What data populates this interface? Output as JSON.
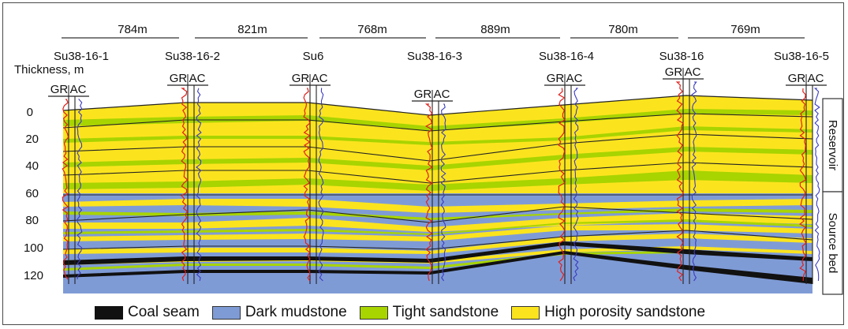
{
  "figure": {
    "y_axis_title": "Thickness, m",
    "y_ticks": [
      "0",
      "20",
      "40",
      "60",
      "80",
      "100",
      "120"
    ],
    "log_labels": {
      "gr": "GR",
      "ac": "AC"
    },
    "intervals": [
      {
        "name": "Reservoir"
      },
      {
        "name": "Source bed"
      }
    ]
  },
  "wells": [
    {
      "name": "Su38-16-1"
    },
    {
      "name": "Su38-16-2"
    },
    {
      "name": "Su6"
    },
    {
      "name": "Su38-16-3"
    },
    {
      "name": "Su38-16-4"
    },
    {
      "name": "Su38-16"
    },
    {
      "name": "Su38-16-5"
    }
  ],
  "spacings": [
    "784m",
    "821m",
    "768m",
    "889m",
    "780m",
    "769m"
  ],
  "legend": [
    {
      "label": "Coal seam",
      "color": "#111111"
    },
    {
      "label": "Dark mudstone",
      "color": "#7f9bd6"
    },
    {
      "label": "Tight sandstone",
      "color": "#a8d400"
    },
    {
      "label": "High porosity sandstone",
      "color": "#fbe41e"
    }
  ],
  "colors": {
    "gr_curve": "#e0201c",
    "ac_curve": "#3b3bbf"
  }
}
